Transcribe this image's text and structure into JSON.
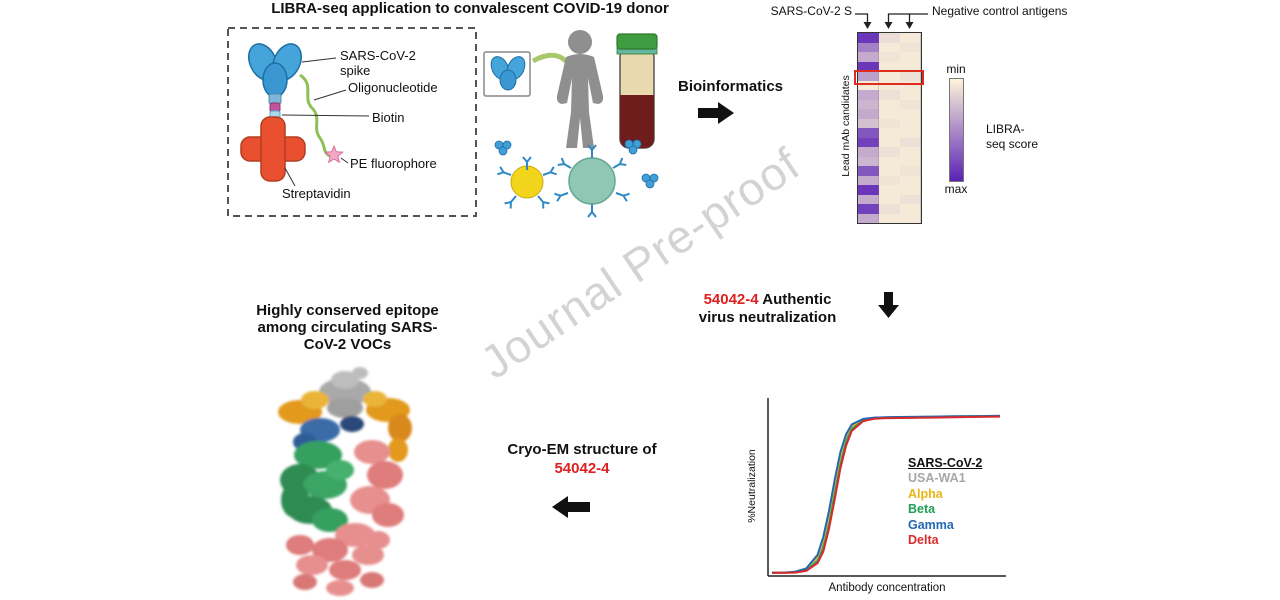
{
  "watermark": "Journal Pre-proof",
  "accent_red": "#e01f1f",
  "panel1": {
    "title": "LIBRA-seq application to convalescent COVID-19 donor",
    "labels": {
      "spike_l1": "SARS-CoV-2",
      "spike_l2": "spike",
      "oligo": "Oligonucleotide",
      "biotin": "Biotin",
      "pe": "PE fluorophore",
      "strept": "Streptavidin"
    }
  },
  "bioinformatics_label": "Bioinformatics",
  "heatmap": {
    "col_group_left": "SARS-CoV-2 S",
    "col_group_right": "Negative control antigens",
    "row_axis_label": "Lead mAb candidates",
    "highlight_row": 4,
    "highlight_color": "#e02b20",
    "scale": {
      "min_label": "min",
      "max_label": "max",
      "title_l1": "LIBRA-",
      "title_l2": "seq score",
      "min_color": "#fdf5da",
      "max_color": "#5b21b6"
    },
    "rows": [
      [
        0.9,
        0.12,
        0.05
      ],
      [
        0.55,
        0.05,
        0.08
      ],
      [
        0.35,
        0.08,
        0.05
      ],
      [
        0.9,
        0.05,
        0.05
      ],
      [
        0.4,
        0.05,
        0.1
      ],
      [
        0.05,
        0.05,
        0.05
      ],
      [
        0.35,
        0.1,
        0.05
      ],
      [
        0.3,
        0.05,
        0.08
      ],
      [
        0.35,
        0.05,
        0.05
      ],
      [
        0.25,
        0.08,
        0.05
      ],
      [
        0.75,
        0.05,
        0.05
      ],
      [
        0.85,
        0.05,
        0.1
      ],
      [
        0.35,
        0.1,
        0.05
      ],
      [
        0.3,
        0.05,
        0.05
      ],
      [
        0.75,
        0.05,
        0.08
      ],
      [
        0.35,
        0.08,
        0.05
      ],
      [
        0.9,
        0.05,
        0.05
      ],
      [
        0.35,
        0.05,
        0.1
      ],
      [
        0.85,
        0.1,
        0.05
      ],
      [
        0.35,
        0.05,
        0.05
      ]
    ]
  },
  "step2": {
    "id": "54042-4",
    "text_l1": "Authentic",
    "text_l2": "virus neutralization"
  },
  "epitope": {
    "l1": "Highly conserved epitope",
    "l2": "among circulating SARS-",
    "l3": "CoV-2 VOCs"
  },
  "cryoem": {
    "l1": "Cryo-EM structure of",
    "id": "54042-4"
  },
  "chart": {
    "legend_title": "SARS-CoV-2"
  },
  "chart_data": {
    "type": "line",
    "title": "",
    "xlabel": "Antibody concentration",
    "ylabel": "%Neutralization",
    "ylim": [
      0,
      100
    ],
    "grid": false,
    "legend_position": "right",
    "x": [
      0,
      0.05,
      0.1,
      0.15,
      0.2,
      0.225,
      0.25,
      0.275,
      0.3,
      0.325,
      0.35,
      0.4,
      0.45,
      0.5,
      0.6,
      0.7,
      0.8,
      0.9,
      1.0
    ],
    "series": [
      {
        "name": "USA-WA1",
        "color": "#a6a6a6",
        "values": [
          2,
          2,
          2.3,
          3.7,
          10,
          19,
          34,
          53,
          71,
          84,
          91,
          96,
          97,
          97,
          97.2,
          97.4,
          97.6,
          97.8,
          98
        ]
      },
      {
        "name": "Alpha",
        "color": "#e9b414",
        "values": [
          2,
          2,
          2.5,
          4.2,
          12,
          22,
          38,
          57,
          74,
          86,
          92,
          96.2,
          97.1,
          97.3,
          97.5,
          97.7,
          97.9,
          98.1,
          98.3
        ]
      },
      {
        "name": "Beta",
        "color": "#1fa055",
        "values": [
          2,
          2,
          2.2,
          3.4,
          9,
          17,
          31,
          50,
          68,
          82,
          90,
          95.5,
          96.8,
          97,
          97.2,
          97.4,
          97.6,
          97.8,
          98
        ]
      },
      {
        "name": "Gamma",
        "color": "#2268b2",
        "values": [
          2,
          2.1,
          2.6,
          4.6,
          13,
          24,
          40,
          59,
          76,
          87,
          93,
          96.4,
          97.2,
          97.4,
          97.6,
          97.8,
          98,
          98.1,
          98.2
        ]
      },
      {
        "name": "Delta",
        "color": "#d92b2b",
        "values": [
          2,
          2,
          2.1,
          3.1,
          8,
          15,
          29,
          47,
          66,
          80,
          89,
          95,
          96.5,
          96.9,
          97,
          97.2,
          97.4,
          97.6,
          97.8
        ]
      }
    ]
  }
}
